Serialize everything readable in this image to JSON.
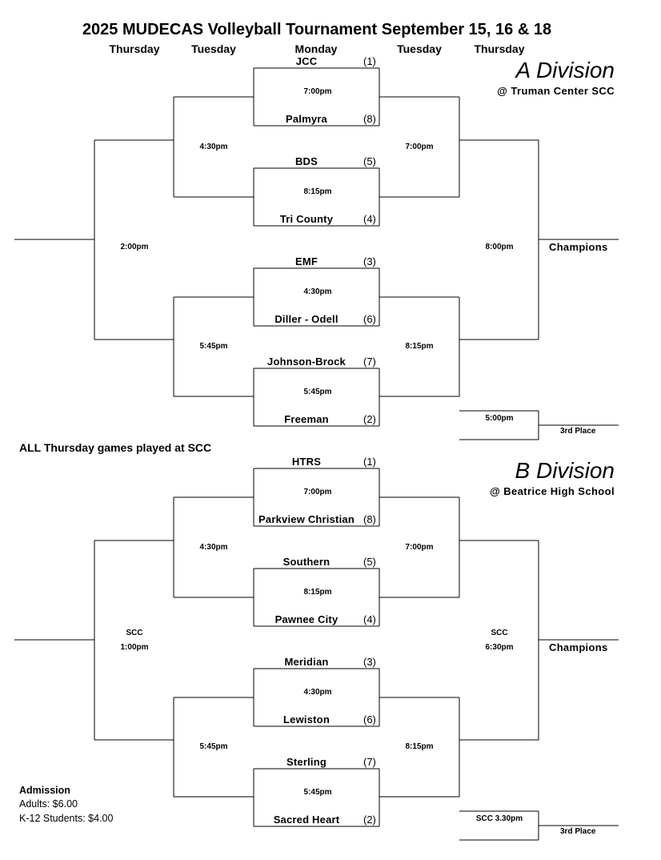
{
  "title": "2025 MUDECAS Volleyball Tournament September 15, 16 & 18",
  "days": [
    "Thursday",
    "Tuesday",
    "Monday",
    "Tuesday",
    "Thursday"
  ],
  "note": "ALL Thursday games played at SCC",
  "admission": {
    "heading": "Admission",
    "adults": "Adults: $6.00",
    "students": "K-12 Students: $4.00"
  },
  "divisions": [
    {
      "name": "A  Division",
      "venue": "@ Truman Center SCC",
      "teams": [
        {
          "name": "JCC",
          "seed": "(1)"
        },
        {
          "name": "Palmyra",
          "seed": "(8)"
        },
        {
          "name": "BDS",
          "seed": "(5)"
        },
        {
          "name": "Tri County",
          "seed": "(4)"
        },
        {
          "name": "EMF",
          "seed": "(3)"
        },
        {
          "name": "Diller - Odell",
          "seed": "(6)"
        },
        {
          "name": "Johnson-Brock",
          "seed": "(7)"
        },
        {
          "name": "Freeman",
          "seed": "(2)"
        }
      ],
      "round1_times": [
        "7:00pm",
        "8:15pm",
        "4:30pm",
        "5:45pm"
      ],
      "left_semi_times": [
        "4:30pm",
        "5:45pm"
      ],
      "right_semi_times": [
        "7:00pm",
        "8:15pm"
      ],
      "left_final": {
        "venue": "",
        "time": "2:00pm"
      },
      "right_final": {
        "venue": "",
        "time": "8:00pm"
      },
      "champions": "Champions",
      "third_time": "5:00pm",
      "third_label": "3rd Place"
    },
    {
      "name": "B Division",
      "venue": "@ Beatrice High School",
      "teams": [
        {
          "name": "HTRS",
          "seed": "(1)"
        },
        {
          "name": "Parkview Christian",
          "seed": "(8)"
        },
        {
          "name": "Southern",
          "seed": "(5)"
        },
        {
          "name": "Pawnee City",
          "seed": "(4)"
        },
        {
          "name": "Meridian",
          "seed": "(3)"
        },
        {
          "name": "Lewiston",
          "seed": "(6)"
        },
        {
          "name": "Sterling",
          "seed": "(7)"
        },
        {
          "name": "Sacred Heart",
          "seed": "(2)"
        }
      ],
      "round1_times": [
        "7:00pm",
        "8:15pm",
        "4:30pm",
        "5:45pm"
      ],
      "left_semi_times": [
        "4:30pm",
        "5:45pm"
      ],
      "right_semi_times": [
        "7:00pm",
        "8:15pm"
      ],
      "left_final": {
        "venue": "SCC",
        "time": "1:00pm"
      },
      "right_final": {
        "venue": "SCC",
        "time": "6:30pm"
      },
      "champions": "Champions",
      "third_time": "SCC 3.30pm",
      "third_label": "3rd Place"
    }
  ]
}
